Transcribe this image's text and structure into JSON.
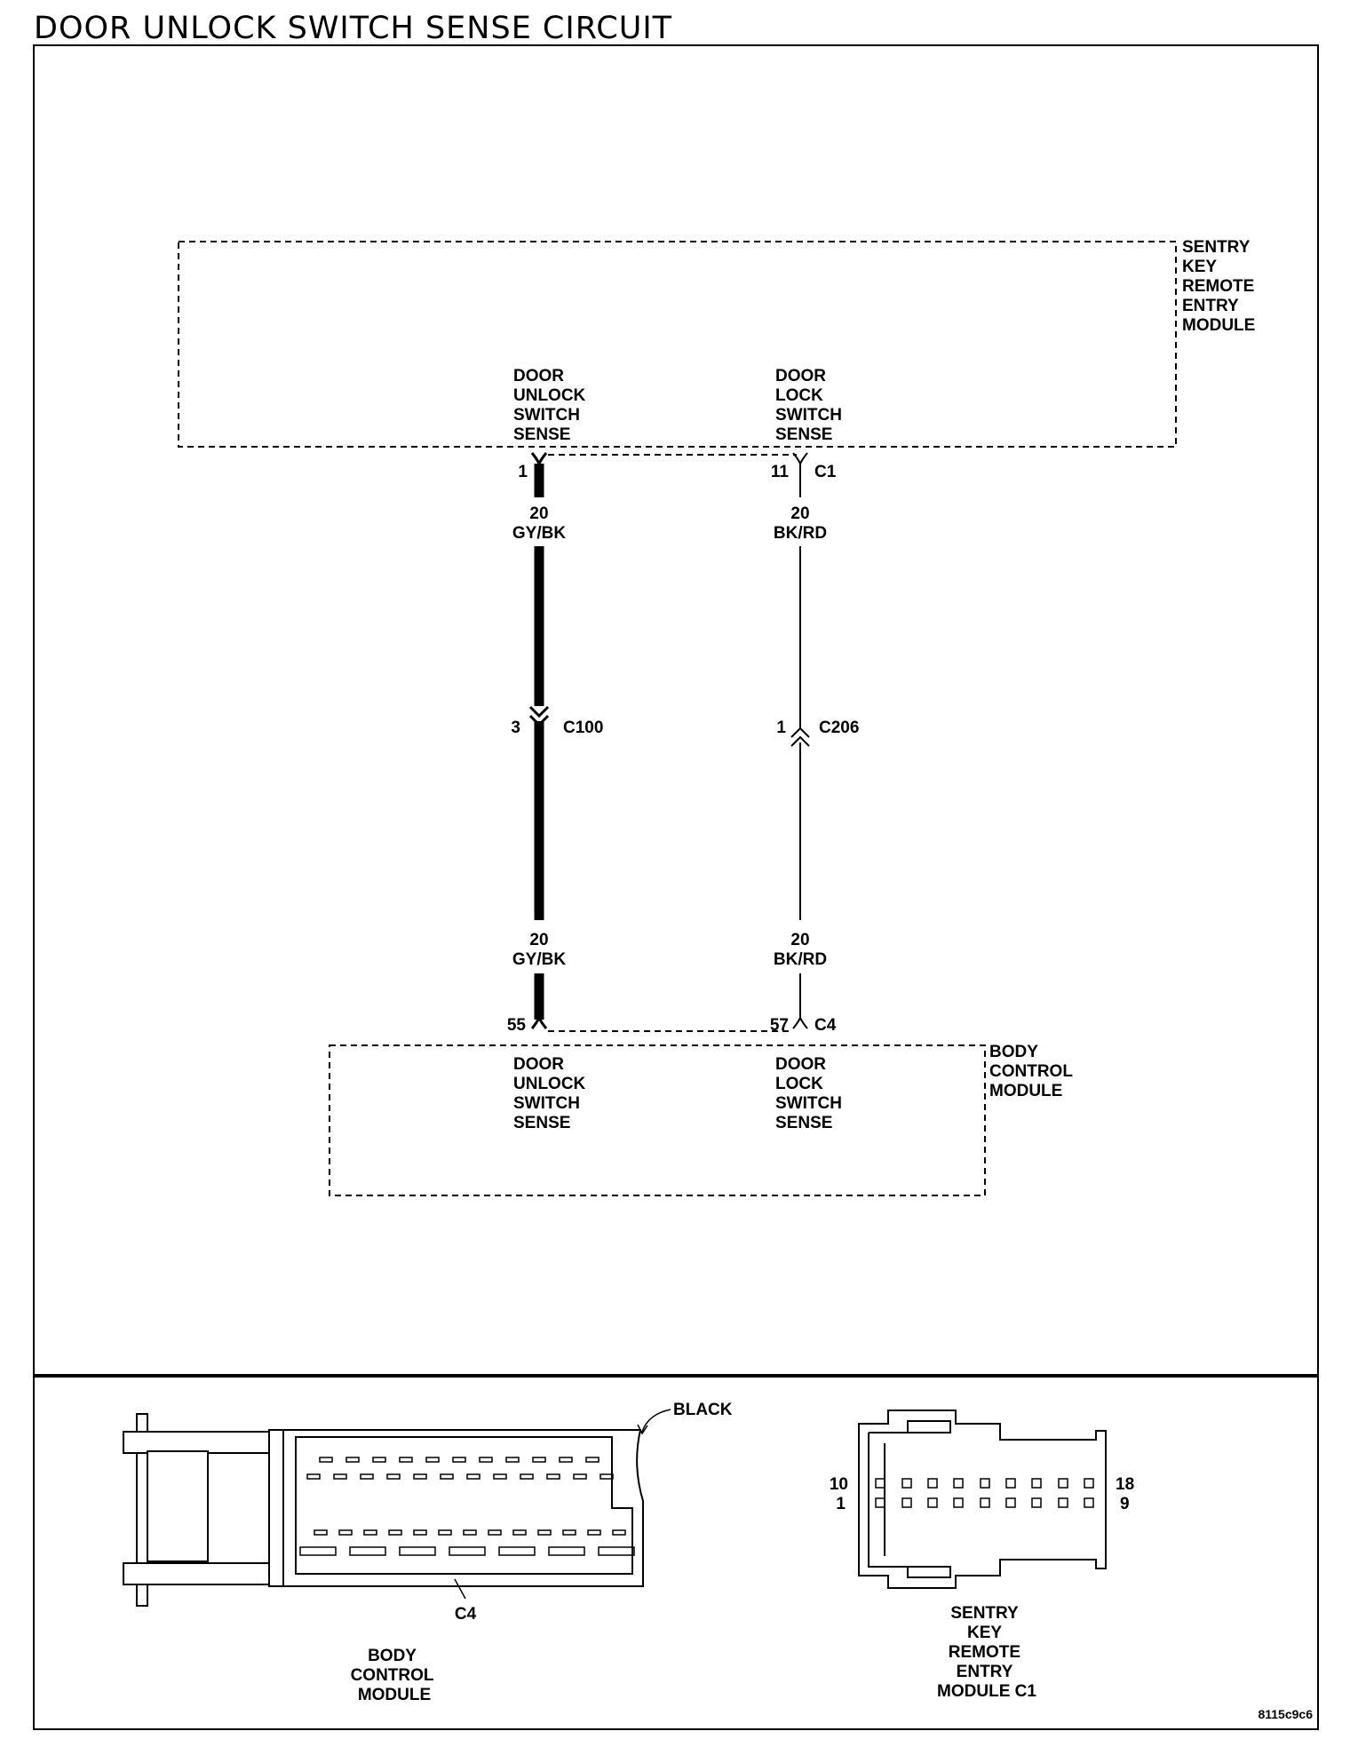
{
  "title": "DOOR UNLOCK SWITCH SENSE CIRCUIT",
  "modules": {
    "sentry": {
      "name": [
        "SENTRY",
        "KEY",
        "REMOTE",
        "ENTRY",
        "MODULE"
      ],
      "pins": {
        "unlock": [
          "DOOR",
          "UNLOCK",
          "SWITCH",
          "SENSE"
        ],
        "lock": [
          "DOOR",
          "LOCK",
          "SWITCH",
          "SENSE"
        ]
      }
    },
    "bcm": {
      "name": [
        "BODY",
        "CONTROL",
        "MODULE"
      ],
      "pins": {
        "unlock": [
          "DOOR",
          "UNLOCK",
          "SWITCH",
          "SENSE"
        ],
        "lock": [
          "DOOR",
          "LOCK",
          "SWITCH",
          "SENSE"
        ]
      }
    }
  },
  "circuits": {
    "unlock": {
      "top_pin": "1",
      "gauge_top": "20",
      "color_top": "GY/BK",
      "inline_pin": "3",
      "inline_connector": "C100",
      "gauge_bottom": "20",
      "color_bottom": "GY/BK",
      "bottom_pin": "55"
    },
    "lock": {
      "top_pin": "11",
      "top_connector": "C1",
      "gauge_top": "20",
      "color_top": "BK/RD",
      "inline_pin": "1",
      "inline_connector": "C206",
      "gauge_bottom": "20",
      "color_bottom": "BK/RD",
      "bottom_pin": "57",
      "bottom_connector": "C4"
    }
  },
  "connector_views": {
    "bcm_c4": {
      "color_label": "BLACK",
      "connector_label": "C4",
      "caption": [
        "BODY",
        "CONTROL",
        "MODULE"
      ]
    },
    "sentry_c1": {
      "pin_labels": {
        "top_left": "10",
        "bottom_left": "1",
        "top_right": "18",
        "bottom_right": "9"
      },
      "caption": [
        "SENTRY",
        "KEY",
        "REMOTE",
        "ENTRY",
        "MODULE C1"
      ]
    }
  },
  "figure_id": "8115c9c6"
}
